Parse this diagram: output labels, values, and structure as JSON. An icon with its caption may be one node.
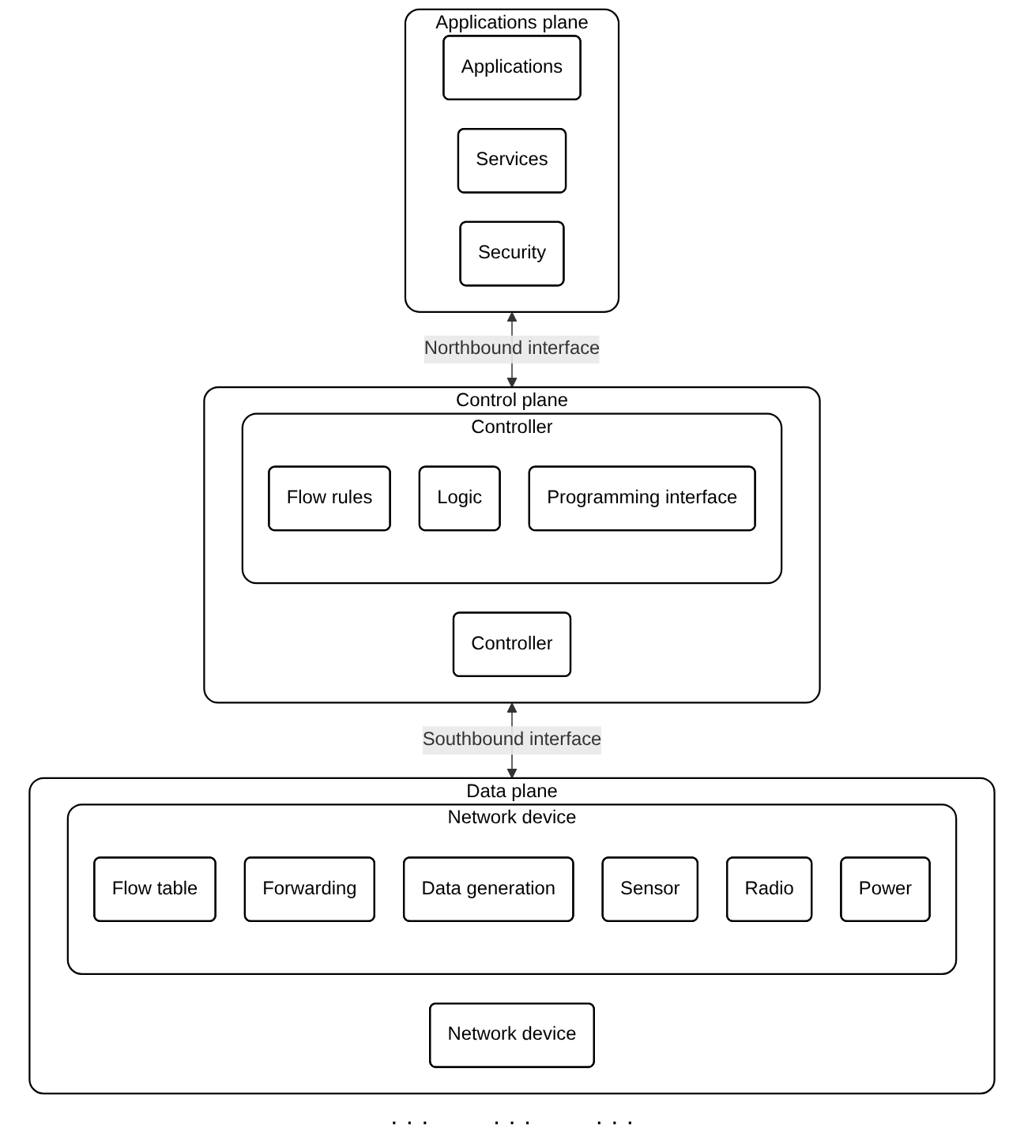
{
  "diagram": {
    "nodes": [
      {
        "text": [
          "Applications plane"
        ]
      },
      {
        "text": [
          "Applications"
        ],
        "in": 0
      },
      {
        "text": [
          "Services"
        ],
        "in": 0
      },
      {
        "text": [
          "Security"
        ],
        "in": 0
      },
      {
        "text": [
          "Control plane"
        ]
      },
      {
        "text": [
          "Controller"
        ],
        "in": 4
      },
      {
        "text": [
          "Flow rules"
        ],
        "in": 5
      },
      {
        "text": [
          "Logic"
        ],
        "in": 5
      },
      {
        "text": [
          "Programming interface"
        ],
        "in": 5
      },
      {
        "text": [
          "Controller"
        ],
        "in": 4
      },
      {
        "text": [
          "Data plane"
        ]
      },
      {
        "text": [
          "Network device"
        ],
        "in": 10
      },
      {
        "text": [
          "Flow table"
        ],
        "in": 11
      },
      {
        "text": [
          "Forwarding"
        ],
        "in": 11
      },
      {
        "text": [
          "Data generation"
        ],
        "in": 11
      },
      {
        "text": [
          "Sensor"
        ],
        "in": 11
      },
      {
        "text": [
          "Radio"
        ],
        "in": 11
      },
      {
        "text": [
          "Power"
        ],
        "in": 11
      },
      {
        "text": [
          "Network device"
        ],
        "in": 10
      }
    ],
    "edges": [
      {
        "from": 0,
        "to": 4,
        "arrow": "both",
        "label": "Northbound interface"
      },
      {
        "from": 4,
        "to": 10,
        "arrow": "both",
        "label": "Southbound interface"
      }
    ],
    "labels": [
      "· · ·",
      "· · ·",
      "· · ·"
    ]
  }
}
